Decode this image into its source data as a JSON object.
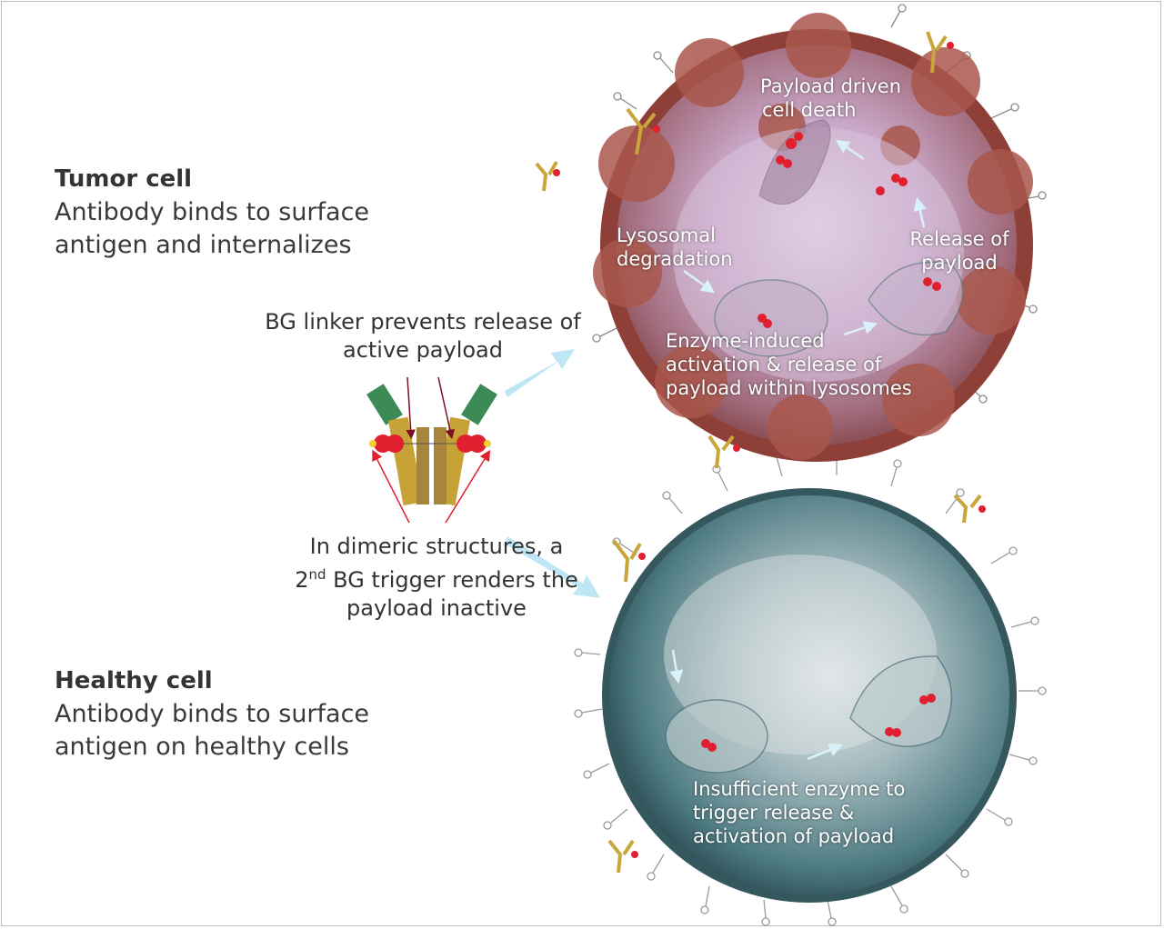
{
  "tumor": {
    "title": "Tumor cell",
    "desc_line1": "Antibody binds to surface",
    "desc_line2": "antigen and internalizes"
  },
  "healthy": {
    "title": "Healthy cell",
    "desc_line1": "Antibody binds to surface",
    "desc_line2": "antigen on healthy cells"
  },
  "linker": {
    "line1": "BG linker prevents release of",
    "line2": "active payload"
  },
  "dimeric": {
    "line1": "In  dimeric structures, a",
    "line2_prefix": "2",
    "line2_sup": "nd",
    "line2_suffix": " BG trigger renders the",
    "line3": "payload inactive"
  },
  "labels": {
    "cell_death_1": "Payload driven",
    "cell_death_2": "cell death",
    "lysosomal_1": "Lysosomal",
    "lysosomal_2": "degradation",
    "release_1": "Release of",
    "release_2": "payload",
    "enzyme_1": "Enzyme-induced",
    "enzyme_2": "activation & release of",
    "enzyme_3": "payload within lysosomes",
    "insufficient_1": "Insufficient enzyme to",
    "insufficient_2": "trigger release &",
    "insufficient_3": "activation of payload"
  },
  "colors": {
    "tumor_cell": "#9a4f46",
    "healthy_cell": "#3f6f76",
    "arrow": "#bfe6f5",
    "antibody": "#c9a63a",
    "payload": "#e0202e"
  }
}
